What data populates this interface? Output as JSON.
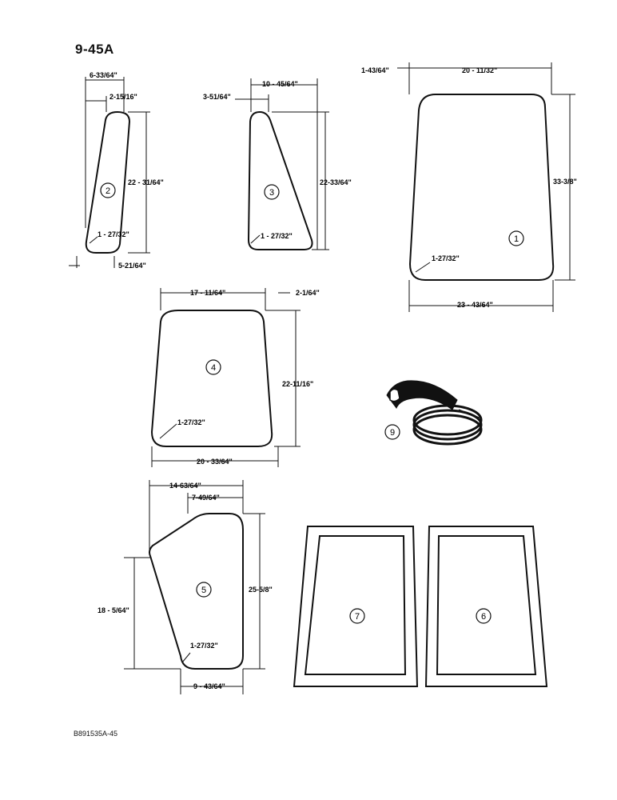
{
  "title": "9-45A",
  "footer_code": "B891535A-45",
  "parts": [
    {
      "id": "2",
      "label": "2",
      "dims": {
        "overall_width": "6-33/64\"",
        "top_offset": "2-15/16\"",
        "height": "22 - 31/64\"",
        "corner_radius": "1 - 27/32\"",
        "bottom_width": "5-21/64\""
      }
    },
    {
      "id": "3",
      "label": "3",
      "dims": {
        "top_offset": "3-51/64\"",
        "overall_width": "10 - 45/64\"",
        "height": "22-33/64\"",
        "corner_radius": "1 - 27/32\""
      }
    },
    {
      "id": "1",
      "label": "1",
      "dims": {
        "side_offset": "1-43/64\"",
        "top_width": "20 - 11/32\"",
        "height": "33-3/8\"",
        "corner_radius": "1-27/32\"",
        "bottom_width": "23 - 43/64\""
      }
    },
    {
      "id": "4",
      "label": "4",
      "dims": {
        "top_width": "17 - 11/64\"",
        "side_offset": "2-1/64\"",
        "height": "22-11/16\"",
        "corner_radius": "1-27/32\"",
        "bottom_width": "20 - 33/64\""
      }
    },
    {
      "id": "9",
      "label": "9"
    },
    {
      "id": "5",
      "label": "5",
      "dims": {
        "overall_width": "14-63/64\"",
        "top_width": "7-49/64\"",
        "side_height": "18 - 5/64\"",
        "height": "25-5/8\"",
        "corner_radius": "1-27/32\"",
        "bottom_width": "9 - 43/64\""
      }
    },
    {
      "id": "7",
      "label": "7"
    },
    {
      "id": "6",
      "label": "6"
    }
  ]
}
